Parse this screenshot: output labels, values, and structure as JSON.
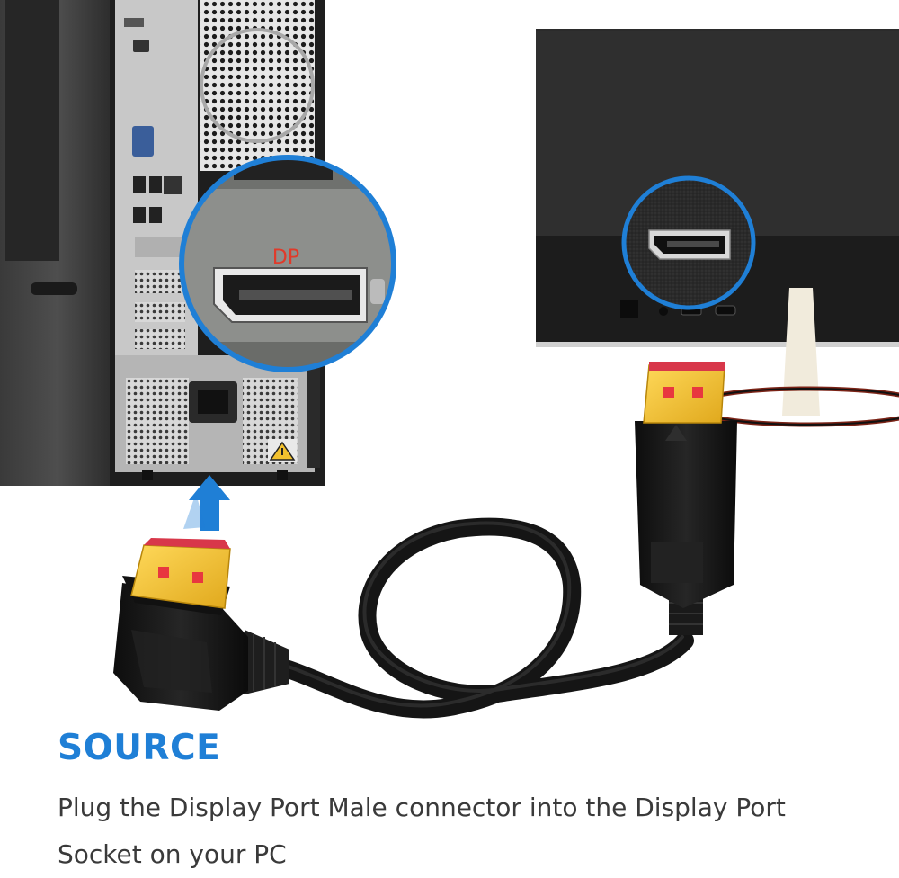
{
  "inset_label": "DP",
  "caption": {
    "title": "SOURCE",
    "body": "Plug the Display Port Male connector into the Display Port Socket on your PC"
  },
  "colors": {
    "accent_blue": "#1f7fd6",
    "label_red": "#e03a2a",
    "gold": "#f2c12e",
    "pin_red": "#e8373f",
    "cable_black": "#151515"
  },
  "icons": [
    "warning-icon",
    "power-inlet-icon",
    "arrow-up-icon"
  ]
}
